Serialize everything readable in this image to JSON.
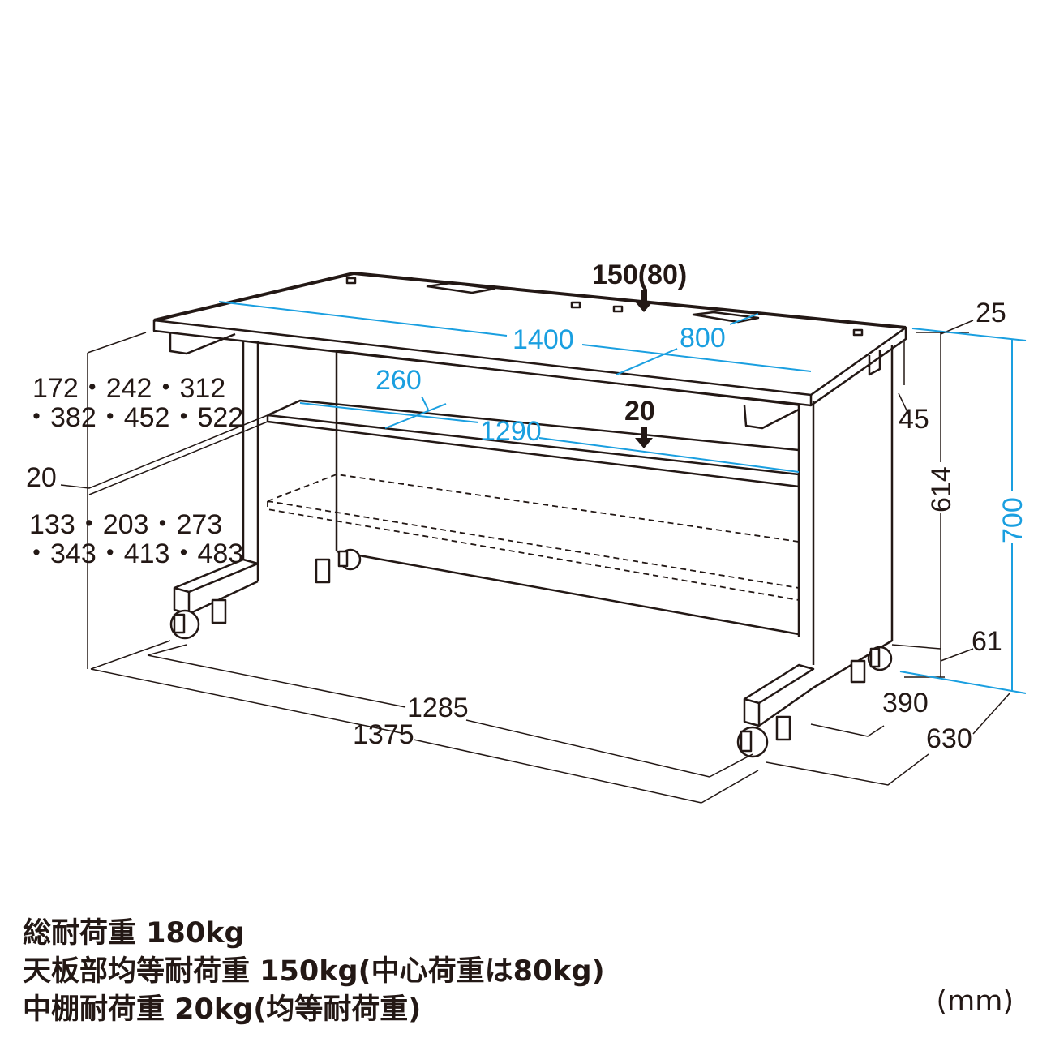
{
  "diagram": {
    "colors": {
      "line": "#231815",
      "dimension_blue": "#1a9fe0"
    },
    "labels": {
      "top_load": "150(80)",
      "width_top": "1400",
      "depth_top": "800",
      "shelf_depth": "260",
      "shelf_width": "1290",
      "shelf_load": "20",
      "top_thickness": "25",
      "apron": "45",
      "clearance_height": "614",
      "total_height": "700",
      "bottom_gap": "61",
      "leg_depth": "390",
      "total_depth": "630",
      "inner_width": "1285",
      "outer_width": "1375",
      "shelf_heights_a1": "172・242・312",
      "shelf_heights_a2": "・382・452・522",
      "shelf_thickness": "20",
      "shelf_heights_b1": "133・203・273",
      "shelf_heights_b2": "・343・413・483"
    }
  },
  "notes": [
    "総耐荷重 180kg",
    "天板部均等耐荷重 150kg(中心荷重は80kg)",
    "中棚耐荷重 20kg(均等耐荷重)"
  ],
  "unit": "(mm)"
}
